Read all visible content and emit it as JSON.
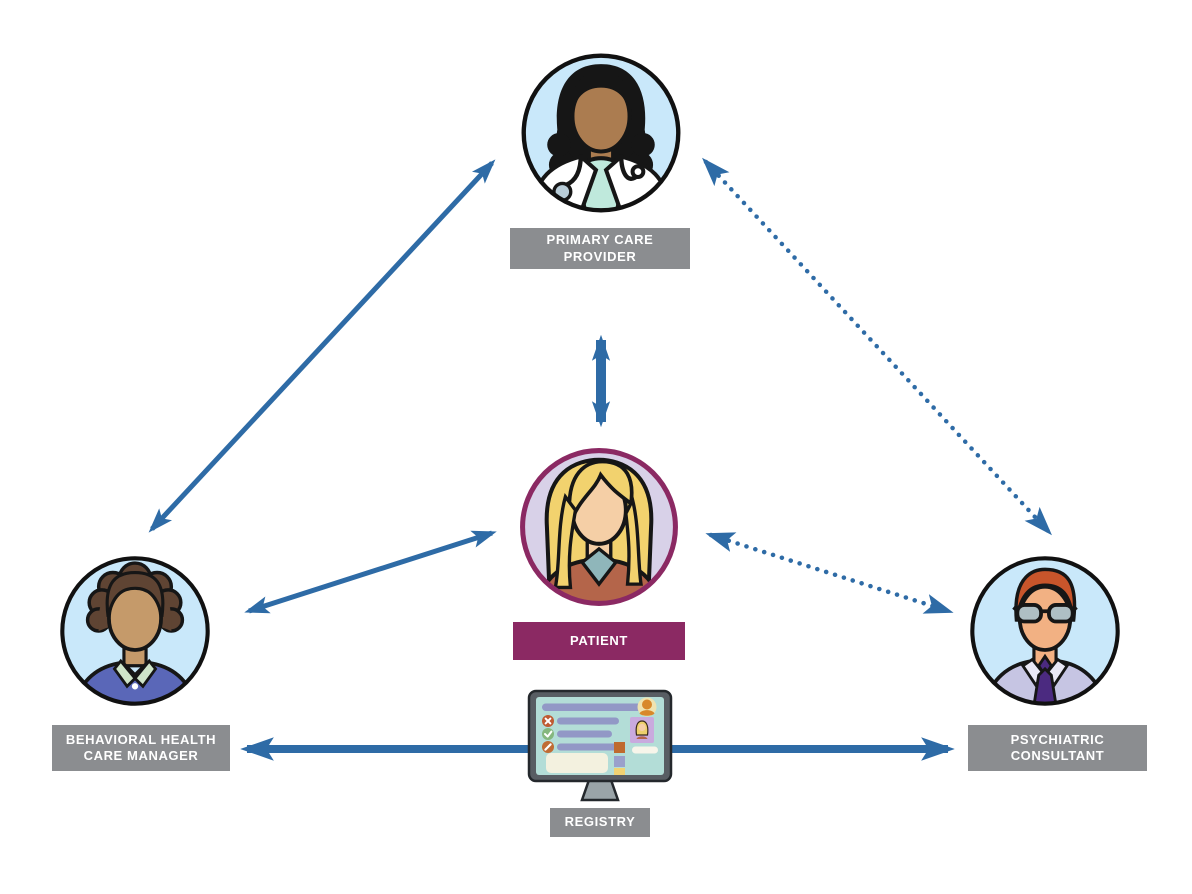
{
  "diagram": {
    "nodes": {
      "primary_care_provider": {
        "line1": "PRIMARY CARE",
        "line2": "PROVIDER",
        "icon": "female-doctor-avatar"
      },
      "patient": {
        "line1": "PATIENT",
        "icon": "blonde-woman-avatar"
      },
      "behavioral_health_care_manager": {
        "line1": "BEHAVIORAL HEALTH",
        "line2": "CARE MANAGER",
        "icon": "curly-hair-man-avatar"
      },
      "psychiatric_consultant": {
        "line1": "PSYCHIATRIC",
        "line2": "CONSULTANT",
        "icon": "red-hair-glasses-man-avatar"
      },
      "registry": {
        "line1": "REGISTRY",
        "icon": "computer-monitor-icon"
      }
    },
    "edges": [
      {
        "from": "behavioral_health_care_manager",
        "to": "primary_care_provider",
        "style": "solid",
        "bidirectional": true
      },
      {
        "from": "primary_care_provider",
        "to": "patient",
        "style": "solid",
        "bidirectional": true
      },
      {
        "from": "behavioral_health_care_manager",
        "to": "patient",
        "style": "solid",
        "bidirectional": true
      },
      {
        "from": "primary_care_provider",
        "to": "psychiatric_consultant",
        "style": "dotted",
        "bidirectional": true
      },
      {
        "from": "patient",
        "to": "psychiatric_consultant",
        "style": "dotted",
        "bidirectional": true
      },
      {
        "from": "behavioral_health_care_manager",
        "to": "psychiatric_consultant",
        "style": "solid",
        "bidirectional": true,
        "via": "registry"
      }
    ],
    "colors": {
      "arrow_blue": "#2e6ba6",
      "label_bg_gray": "#8b8d90",
      "label_bg_plum": "#8b2963",
      "label_text": "#ffffff",
      "circle_bg_blue": "#c9e8fa",
      "circle_bg_lavender": "#d8d1e8",
      "circle_border_plum": "#8b2963",
      "circle_border_black": "#111111",
      "monitor_screen_teal": "#b3ddd7",
      "monitor_frame_gray": "#585d63"
    }
  }
}
